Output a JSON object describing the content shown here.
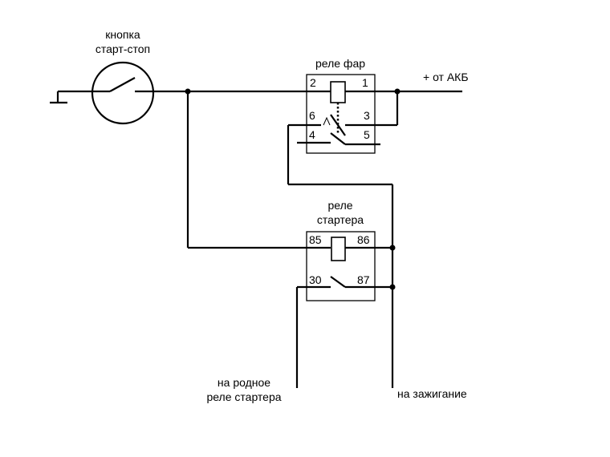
{
  "labels": {
    "button_line1": "кнопка",
    "button_line2": "старт-стоп",
    "relay_headlight": "реле фар",
    "battery": "+ от АКБ",
    "relay_starter_line1": "реле",
    "relay_starter_line2": "стартера",
    "native_relay_line1": "на родное",
    "native_relay_line2": "реле стартера",
    "ignition": "на зажигание"
  },
  "relay_headlight_pins": {
    "p2": "2",
    "p1": "1",
    "p6": "6",
    "p3": "3",
    "p4": "4",
    "p5": "5"
  },
  "relay_starter_pins": {
    "p85": "85",
    "p86": "86",
    "p30": "30",
    "p87": "87"
  }
}
